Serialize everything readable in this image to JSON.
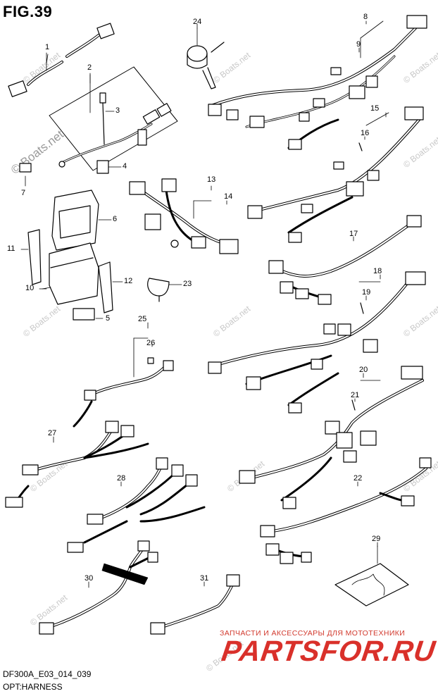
{
  "figure": {
    "title": "FIG.39",
    "code": "DF300A_E03_014_039",
    "name": "OPT:HARNESS"
  },
  "watermark": "© Boats.net",
  "promo": {
    "tagline": "ЗАПЧАСТИ И АКСЕССУАРЫ ДЛЯ МОТОТЕХНИКИ",
    "brand": "PARTSFOR.RU"
  },
  "colors": {
    "ink": "#000000",
    "brand_red": "#d9302a",
    "watermark_gray": "#c8c8c8"
  },
  "callouts": [
    "1",
    "2",
    "3",
    "4",
    "5",
    "6",
    "7",
    "8",
    "9",
    "10",
    "11",
    "12",
    "13",
    "14",
    "15",
    "16",
    "17",
    "18",
    "19",
    "20",
    "21",
    "22",
    "23",
    "24",
    "25",
    "26",
    "27",
    "28",
    "29",
    "30",
    "31"
  ]
}
